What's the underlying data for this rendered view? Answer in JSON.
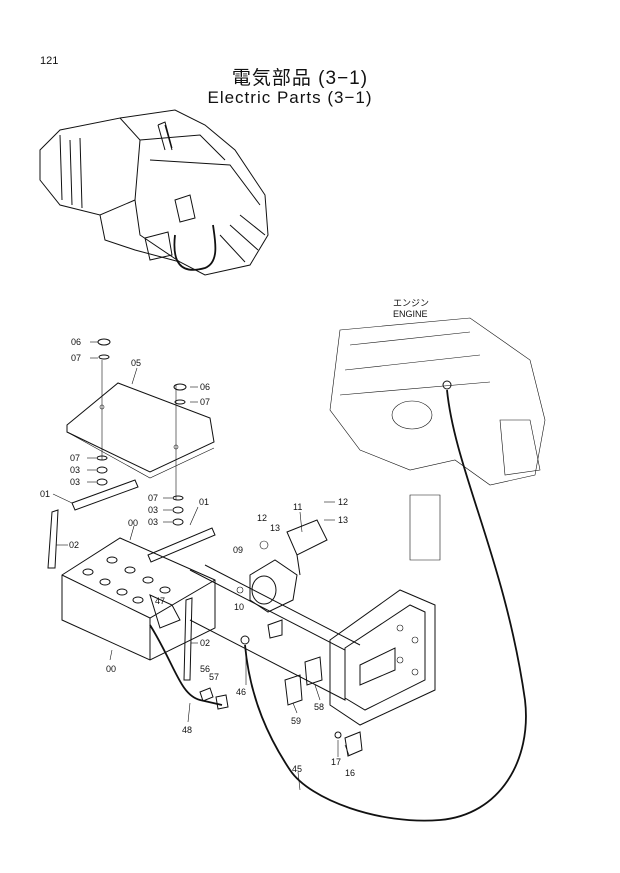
{
  "page": {
    "number": "121",
    "title_jp": "電気部品 (3−1)",
    "title_en": "Electric Parts (3−1)"
  },
  "labels": {
    "engine_jp": "エンジン",
    "engine_en": "ENGINE"
  },
  "callouts": [
    "06",
    "07",
    "05",
    "06",
    "07",
    "07",
    "03",
    "03",
    "01",
    "02",
    "07",
    "03",
    "03",
    "01",
    "00",
    "47",
    "00",
    "02",
    "56",
    "57",
    "48",
    "11",
    "12",
    "13",
    "12",
    "13",
    "09",
    "10",
    "46",
    "59",
    "58",
    "17",
    "16",
    "45"
  ]
}
